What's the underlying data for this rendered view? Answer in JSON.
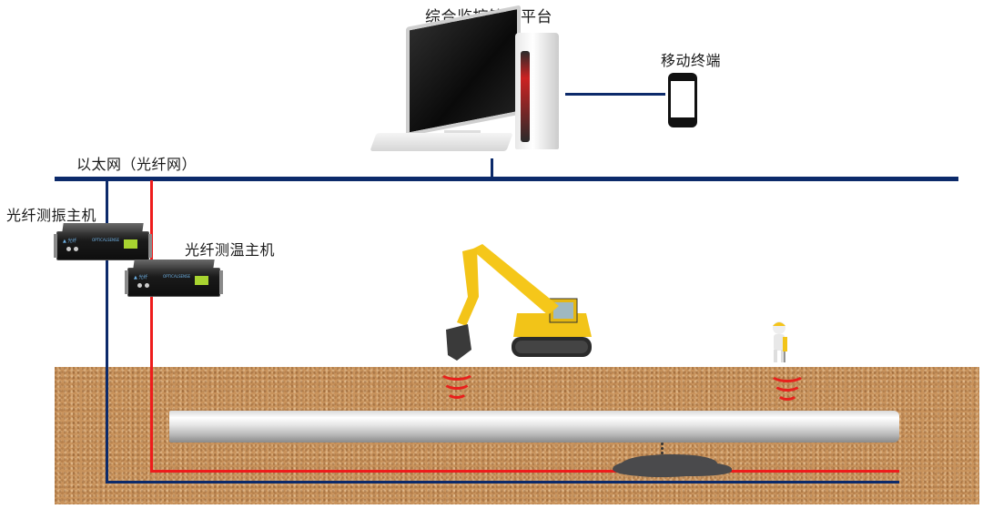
{
  "diagram": {
    "title": "综合监控管理平台",
    "nodes": {
      "platform": {
        "label": "综合监控管理平台",
        "icon": "desktop-computer-icon"
      },
      "mobile": {
        "label": "移动终端",
        "icon": "smartphone-icon"
      },
      "network": {
        "label": "以太网（光纤网）"
      },
      "vibration_host": {
        "label": "光纤测振主机",
        "icon": "rack-server-icon"
      },
      "temperature_host": {
        "label": "光纤测温主机",
        "icon": "rack-server-icon"
      },
      "excavator": {
        "icon": "excavator-icon"
      },
      "worker": {
        "icon": "construction-worker-icon"
      },
      "pipeline": {
        "icon": "pipe-icon"
      },
      "leak": {
        "icon": "leak-puddle-icon"
      }
    },
    "colors": {
      "network_line": "#0c2a6a",
      "vibration_fiber": "#0c2a6a",
      "temperature_fiber": "#ee1c1c",
      "vibration_wave": "#e8201c",
      "soil": "#c9935c",
      "leak": "#4a4a4c"
    }
  }
}
